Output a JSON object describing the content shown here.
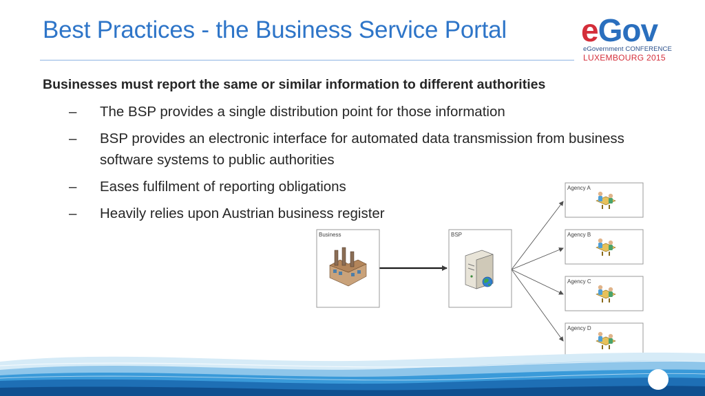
{
  "slide": {
    "title": "Best Practices - the Business Service Portal",
    "lead": "Businesses must report the same or similar information to different authorities",
    "bullets": [
      {
        "dash": "–",
        "text": "The BSP provides a single distribution point for those information"
      },
      {
        "dash": "–",
        "text": "BSP provides an electronic interface for automated data transmission from business software systems to public authorities"
      },
      {
        "dash": "–",
        "text": "Eases fulfilment of reporting obligations"
      },
      {
        "dash": "–",
        "text": "Heavily relies upon Austrian business register"
      }
    ]
  },
  "logo": {
    "word_e": "e",
    "word_gov": "Gov",
    "line1": "eGovernment CONFERENCE",
    "line2": "LUXEMBOURG 2015"
  },
  "diagram": {
    "nodes": {
      "business": {
        "label": "Business",
        "icon": "factory-icon"
      },
      "bsp": {
        "label": "BSP",
        "icon": "server-globe-icon"
      },
      "agencies": [
        {
          "label": "Agency A",
          "icon": "office-workers-icon"
        },
        {
          "label": "Agency B",
          "icon": "office-workers-icon"
        },
        {
          "label": "Agency C",
          "icon": "office-workers-icon"
        },
        {
          "label": "Agency D",
          "icon": "office-workers-icon"
        }
      ]
    },
    "edges": [
      {
        "from": "Business",
        "to": "BSP"
      },
      {
        "from": "BSP",
        "to": "Agency A"
      },
      {
        "from": "BSP",
        "to": "Agency B"
      },
      {
        "from": "BSP",
        "to": "Agency C"
      },
      {
        "from": "BSP",
        "to": "Agency D"
      }
    ]
  },
  "colors": {
    "title": "#2e75c8",
    "text": "#262626",
    "accent_red": "#d42e3a",
    "accent_blue": "#2a6fbe"
  }
}
